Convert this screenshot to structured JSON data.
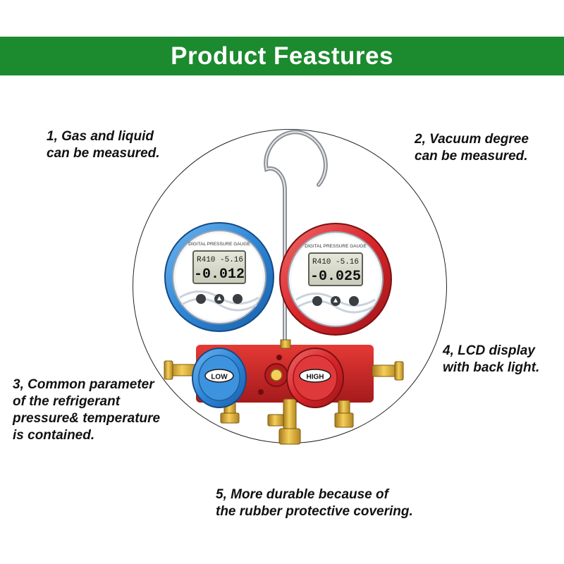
{
  "banner": {
    "title": "Product Feastures",
    "color": "#1c8a2e"
  },
  "features": [
    {
      "lines": [
        "1, Gas and liquid",
        "can be measured."
      ]
    },
    {
      "lines": [
        "2, Vacuum degree",
        "can be measured."
      ]
    },
    {
      "lines": [
        "3, Common parameter",
        "of the refrigerant",
        "pressure& temperature",
        "is contained."
      ]
    },
    {
      "lines": [
        "4, LCD display",
        "with back light."
      ]
    },
    {
      "lines": [
        "5, More durable because of",
        "the rubber protective covering."
      ]
    }
  ],
  "gauges": {
    "left": {
      "color": "#2f86d6",
      "dial_label": "DIGITAL PRESSURE GAUGE",
      "lcd_top": "R410 -5.16",
      "lcd_main": "-0.012",
      "knob_label": "LOW"
    },
    "right": {
      "color": "#d8262b",
      "dial_label": "DIGITAL PRESSURE GAUGE",
      "lcd_top": "R410 -5.16",
      "lcd_main": "-0.025",
      "knob_label": "HIGH"
    }
  }
}
